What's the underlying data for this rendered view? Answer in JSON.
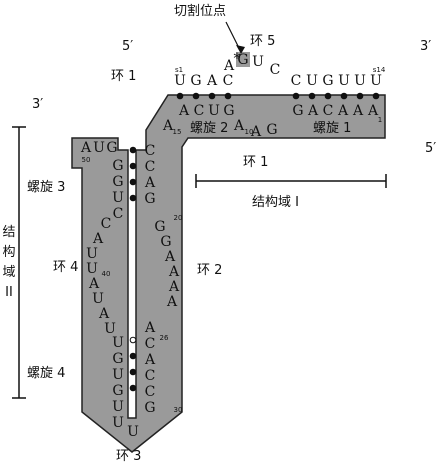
{
  "labels": {
    "cleavage_site": "切割位点",
    "loop1_top": "环 1",
    "loop5": "环 5",
    "loop1_mid": "环 1",
    "loop2": "环 2",
    "loop3": "环 3",
    "loop4": "环 4",
    "helix1": "螺旋 1",
    "helix2": "螺旋 2",
    "helix3": "螺旋 3",
    "helix4": "螺旋 4",
    "domain1": "结构域 I",
    "domain2_chars": [
      "结",
      "构",
      "域",
      "II"
    ],
    "end_5_top": "5′",
    "end_3_top": "3′",
    "end_3_left": "3′",
    "end_5_right": "5′",
    "star": "*"
  },
  "sequence": {
    "top_left": [
      "U",
      "G",
      "A",
      "C"
    ],
    "loop5": [
      "A",
      "G",
      "U",
      "C"
    ],
    "top_right": [
      "C",
      "U",
      "G",
      "U",
      "U",
      "U"
    ],
    "helix2_top": [
      "A",
      "C",
      "U",
      "G"
    ],
    "loop_mid": [
      "A",
      "A",
      "G"
    ],
    "helix1_bottom": [
      "G",
      "A",
      "C",
      "A",
      "A",
      "A"
    ],
    "start_aug": [
      "A",
      "U",
      "G"
    ],
    "helix3_left": [
      "G",
      "G",
      "U",
      "C"
    ],
    "loop4_left": [
      "C",
      "A",
      "U",
      "U",
      "A",
      "U",
      "A",
      "U"
    ],
    "helix4_left": [
      "U",
      "G",
      "U",
      "G",
      "U",
      "U"
    ],
    "helix3_right": [
      "C",
      "C",
      "A",
      "G"
    ],
    "loop2_right": [
      "G",
      "G",
      "A",
      "A",
      "A",
      "A"
    ],
    "helix4_right": [
      "A",
      "C",
      "A",
      "C",
      "C",
      "G"
    ],
    "tip": "U",
    "a15": "A"
  },
  "numbers": {
    "n1": "1",
    "n10": "10",
    "n15": "15",
    "n20": "20",
    "n26": "26",
    "n30": "30",
    "n40": "40",
    "n50": "50",
    "s1": "s1",
    "s14": "s14"
  }
}
